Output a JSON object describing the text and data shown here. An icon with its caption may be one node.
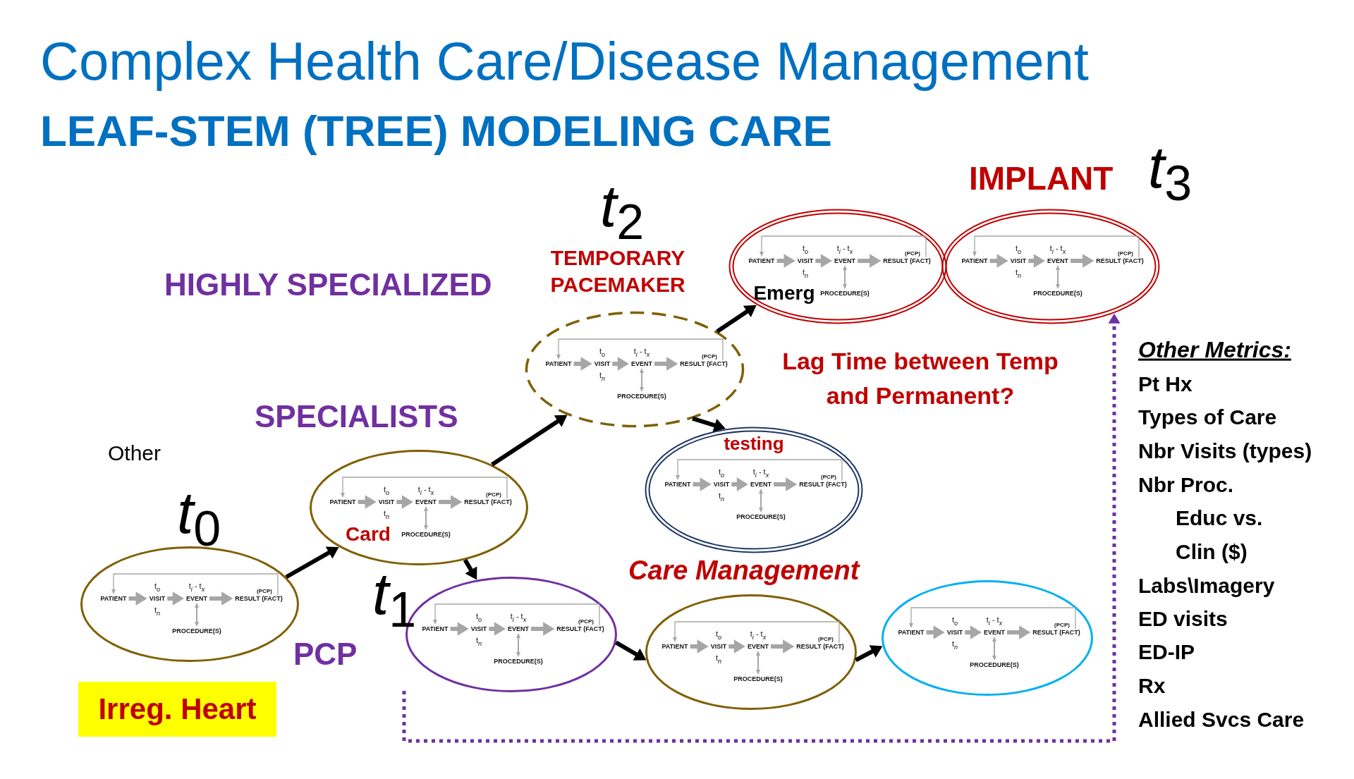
{
  "diagram": {
    "title": "Complex Health Care/Disease Management",
    "nodes": [
      {
        "text": [
          "Emerg"
        ]
      },
      {
        "text": [],
        "shape": "ellipse"
      },
      {
        "text": [],
        "shape": "ellipse"
      },
      {
        "text": [
          "Card"
        ]
      },
      {
        "text": [
          "testing"
        ]
      },
      {
        "text": [],
        "shape": "ellipse"
      },
      {
        "text": [],
        "shape": "ellipse"
      },
      {
        "text": [],
        "shape": "ellipse"
      },
      {
        "text": [],
        "shape": "ellipse"
      },
      {
        "text": [
          "Irreg. Heart"
        ]
      },
      {
        "text": [
          "PATIENT"
        ],
        "in": 0
      },
      {
        "text": [
          "VISIT"
        ],
        "beside": [
          "t$_{o}$",
          "t$_{n}$"
        ],
        "in": 0
      },
      {
        "text": [
          "EVENT"
        ],
        "beside": [
          "t$_{i}$ - t$_{x}$"
        ],
        "in": 0
      },
      {
        "text": [
          "RESULT (FACT)"
        ],
        "beside": [
          "(PCP)"
        ],
        "in": 0
      },
      {
        "text": [
          "PROCEDURE(S)"
        ],
        "in": 0
      },
      {
        "text": [
          "PATIENT"
        ],
        "in": 1
      },
      {
        "text": [
          "VISIT"
        ],
        "beside": [
          "t$_{o}$",
          "t$_{n}$"
        ],
        "in": 1
      },
      {
        "text": [
          "EVENT"
        ],
        "beside": [
          "t$_{i}$ - t$_{x}$"
        ],
        "in": 1
      },
      {
        "text": [
          "RESULT (FACT)"
        ],
        "beside": [
          "(PCP)"
        ],
        "in": 1
      },
      {
        "text": [
          "PROCEDURE(S)"
        ],
        "in": 1
      },
      {
        "text": [
          "PATIENT"
        ],
        "in": 2
      },
      {
        "text": [
          "VISIT"
        ],
        "beside": [
          "t$_{o}$",
          "t$_{n}$"
        ],
        "in": 2
      },
      {
        "text": [
          "EVENT"
        ],
        "beside": [
          "t$_{i}$ - t$_{x}$"
        ],
        "in": 2
      },
      {
        "text": [
          "RESULT (FACT)"
        ],
        "beside": [
          "(PCP)"
        ],
        "in": 2
      },
      {
        "text": [
          "PROCEDURE(S)"
        ],
        "in": 2
      },
      {
        "text": [
          "PATIENT"
        ],
        "in": 3
      },
      {
        "text": [
          "VISIT"
        ],
        "beside": [
          "t$_{o}$",
          "t$_{n}$"
        ],
        "in": 3
      },
      {
        "text": [
          "EVENT"
        ],
        "beside": [
          "t$_{i}$ - t$_{x}$"
        ],
        "in": 3
      },
      {
        "text": [
          "RESULT (FACT)"
        ],
        "beside": [
          "(PCP)"
        ],
        "in": 3
      },
      {
        "text": [
          "PROCEDURE(S)"
        ],
        "in": 3
      },
      {
        "text": [
          "PATIENT"
        ],
        "in": 4
      },
      {
        "text": [
          "VISIT"
        ],
        "beside": [
          "t$_{o}$",
          "t$_{n}$"
        ],
        "in": 4
      },
      {
        "text": [
          "EVENT"
        ],
        "beside": [
          "t$_{i}$ - t$_{x}$"
        ],
        "in": 4
      },
      {
        "text": [
          "RESULT (FACT)"
        ],
        "beside": [
          "(PCP)"
        ],
        "in": 4
      },
      {
        "text": [
          "PROCEDURE(S)"
        ],
        "in": 4
      },
      {
        "text": [
          "PATIENT"
        ],
        "in": 5
      },
      {
        "text": [
          "VISIT"
        ],
        "beside": [
          "t$_{o}$",
          "t$_{n}$"
        ],
        "in": 5
      },
      {
        "text": [
          "EVENT"
        ],
        "beside": [
          "t$_{i}$ - t$_{x}$"
        ],
        "in": 5
      },
      {
        "text": [
          "RESULT (FACT)"
        ],
        "beside": [
          "(PCP)"
        ],
        "in": 5
      },
      {
        "text": [
          "PROCEDURE(S)"
        ],
        "in": 5
      },
      {
        "text": [
          "PATIENT"
        ],
        "in": 6
      },
      {
        "text": [
          "VISIT"
        ],
        "beside": [
          "t$_{o}$",
          "t$_{n}$"
        ],
        "in": 6
      },
      {
        "text": [
          "EVENT"
        ],
        "beside": [
          "t$_{i}$ - t$_{x}$"
        ],
        "in": 6
      },
      {
        "text": [
          "RESULT (FACT)"
        ],
        "beside": [
          "(PCP)"
        ],
        "in": 6
      },
      {
        "text": [
          "PROCEDURE(S)"
        ],
        "in": 6
      },
      {
        "text": [
          "PATIENT"
        ],
        "in": 7
      },
      {
        "text": [
          "VISIT"
        ],
        "beside": [
          "t$_{o}$",
          "t$_{n}$"
        ],
        "in": 7
      },
      {
        "text": [
          "EVENT"
        ],
        "beside": [
          "t$_{i}$ - t$_{x}$"
        ],
        "in": 7
      },
      {
        "text": [
          "RESULT (FACT)"
        ],
        "beside": [
          "(PCP)"
        ],
        "in": 7
      },
      {
        "text": [
          "PROCEDURE(S)"
        ],
        "in": 7
      },
      {
        "text": [
          "PATIENT"
        ],
        "in": 8
      },
      {
        "text": [
          "VISIT"
        ],
        "beside": [
          "t$_{o}$",
          "t$_{n}$"
        ],
        "in": 8
      },
      {
        "text": [
          "EVENT"
        ],
        "beside": [
          "t$_{i}$ - t$_{x}$"
        ],
        "in": 8
      },
      {
        "text": [
          "RESULT (FACT)"
        ],
        "beside": [
          "(PCP)"
        ],
        "in": 8
      },
      {
        "text": [
          "PROCEDURE(S)"
        ],
        "in": 8
      }
    ],
    "edges": [
      {
        "from": 5,
        "to": 3,
        "arrow": "to",
        "color": "#000000"
      },
      {
        "from": 3,
        "to": 2,
        "arrow": "to",
        "color": "#000000"
      },
      {
        "from": 3,
        "to": 6,
        "arrow": "to",
        "color": "#000000"
      },
      {
        "from": 2,
        "to": 0,
        "arrow": "to",
        "color": "#000000"
      },
      {
        "from": 2,
        "to": 4,
        "arrow": "to",
        "color": "#000000"
      },
      {
        "from": 6,
        "to": 7,
        "arrow": "to",
        "color": "#000000"
      },
      {
        "from": 7,
        "to": 8,
        "arrow": "to",
        "color": "#000000"
      },
      {
        "from": null,
        "to": 1,
        "arrow": "to",
        "style": "dashed",
        "color": "#7030a0"
      },
      {
        "from": 10,
        "to": 11,
        "arrow": "to"
      },
      {
        "from": 11,
        "to": 12,
        "arrow": "to"
      },
      {
        "from": 12,
        "to": 13,
        "arrow": "to"
      },
      {
        "from": 13,
        "to": 10,
        "arrow": "to"
      },
      {
        "from": 12,
        "to": 14,
        "arrow": "both"
      },
      {
        "from": 15,
        "to": 16,
        "arrow": "to"
      },
      {
        "from": 16,
        "to": 17,
        "arrow": "to"
      },
      {
        "from": 17,
        "to": 18,
        "arrow": "to"
      },
      {
        "from": 18,
        "to": 15,
        "arrow": "to"
      },
      {
        "from": 17,
        "to": 19,
        "arrow": "both"
      },
      {
        "from": 20,
        "to": 21,
        "arrow": "to"
      },
      {
        "from": 21,
        "to": 22,
        "arrow": "to"
      },
      {
        "from": 22,
        "to": 23,
        "arrow": "to"
      },
      {
        "from": 23,
        "to": 20,
        "arrow": "to"
      },
      {
        "from": 22,
        "to": 24,
        "arrow": "both"
      },
      {
        "from": 25,
        "to": 26,
        "arrow": "to"
      },
      {
        "from": 26,
        "to": 27,
        "arrow": "to"
      },
      {
        "from": 27,
        "to": 28,
        "arrow": "to"
      },
      {
        "from": 28,
        "to": 25,
        "arrow": "to"
      },
      {
        "from": 27,
        "to": 29,
        "arrow": "both"
      },
      {
        "from": 30,
        "to": 31,
        "arrow": "to"
      },
      {
        "from": 31,
        "to": 32,
        "arrow": "to"
      },
      {
        "from": 32,
        "to": 33,
        "arrow": "to"
      },
      {
        "from": 33,
        "to": 30,
        "arrow": "to"
      },
      {
        "from": 32,
        "to": 34,
        "arrow": "both"
      },
      {
        "from": 35,
        "to": 36,
        "arrow": "to"
      },
      {
        "from": 36,
        "to": 37,
        "arrow": "to"
      },
      {
        "from": 37,
        "to": 38,
        "arrow": "to"
      },
      {
        "from": 38,
        "to": 35,
        "arrow": "to"
      },
      {
        "from": 37,
        "to": 39,
        "arrow": "both"
      },
      {
        "from": 40,
        "to": 41,
        "arrow": "to"
      },
      {
        "from": 41,
        "to": 42,
        "arrow": "to"
      },
      {
        "from": 42,
        "to": 43,
        "arrow": "to"
      },
      {
        "from": 43,
        "to": 40,
        "arrow": "to"
      },
      {
        "from": 42,
        "to": 44,
        "arrow": "both"
      },
      {
        "from": 45,
        "to": 46,
        "arrow": "to"
      },
      {
        "from": 46,
        "to": 47,
        "arrow": "to"
      },
      {
        "from": 47,
        "to": 48,
        "arrow": "to"
      },
      {
        "from": 48,
        "to": 45,
        "arrow": "to"
      },
      {
        "from": 47,
        "to": 49,
        "arrow": "both"
      },
      {
        "from": 50,
        "to": 51,
        "arrow": "to"
      },
      {
        "from": 51,
        "to": 52,
        "arrow": "to"
      },
      {
        "from": 52,
        "to": 53,
        "arrow": "to"
      },
      {
        "from": 53,
        "to": 50,
        "arrow": "to"
      },
      {
        "from": 52,
        "to": 54,
        "arrow": "both"
      }
    ],
    "labels": [
      "LEAF-STEM (TREE) MODELING CARE",
      "IMPLANT",
      "*t*$_{3}$",
      "*t*$_{2}$",
      "TEMPORARY PACEMAKER",
      "HIGHLY SPECIALIZED",
      "Lag Time between Temp and Permanent?",
      "Other Metrics:",
      "Pt Hx",
      "Types of Care",
      "Nbr Visits (types)",
      "Nbr Proc.",
      "Educ vs.",
      "Clin ($)",
      "Labs\\Imagery",
      "ED visits",
      "ED-IP",
      "Rx",
      "Allied Svcs Care",
      "SPECIALISTS",
      "Other",
      "*t*$_{0}$",
      "*t*$_{1}$",
      "Care Management",
      "PCP"
    ]
  }
}
